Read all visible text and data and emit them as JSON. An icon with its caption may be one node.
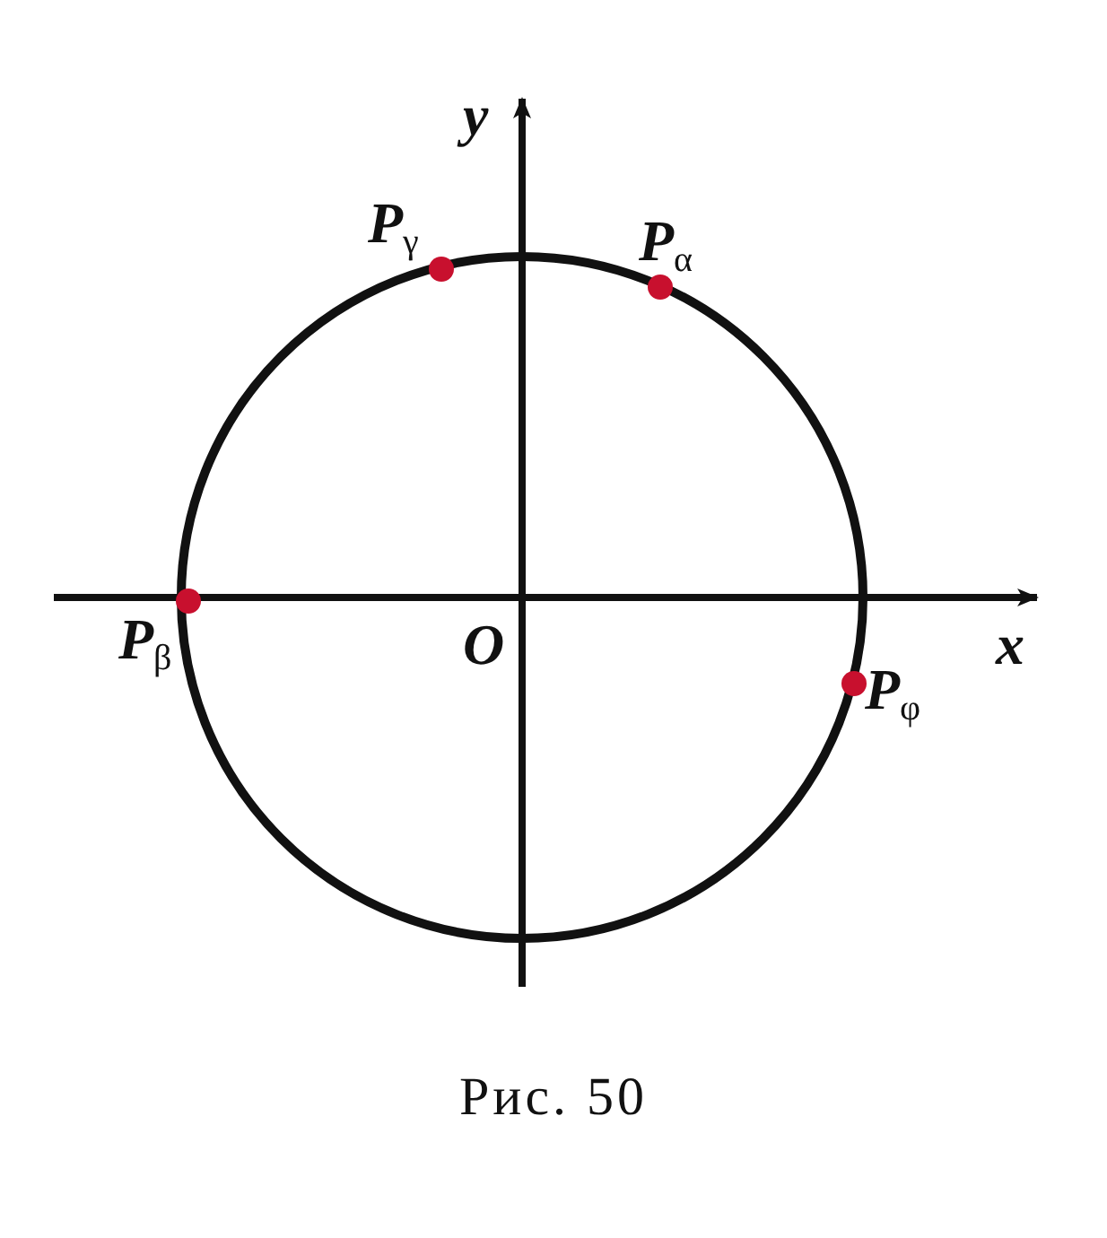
{
  "diagram": {
    "caption": "Рис. 50",
    "labels": [
      "y",
      "P$_{γ}$",
      "P$_{α}$",
      "x",
      "P$_{β}$",
      "O",
      "P$_{φ}$"
    ]
  }
}
